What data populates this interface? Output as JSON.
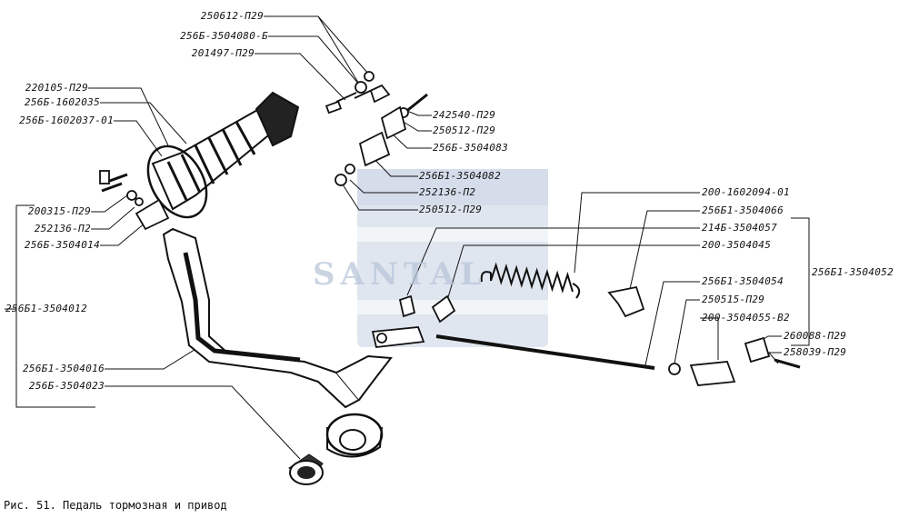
{
  "watermark": {
    "text": "SANTAL",
    "color": "#9fb3cf"
  },
  "caption": "Рис. 51. Педаль тормозная и привод",
  "labels": {
    "p250612": "250612-П29",
    "p3504080b": "256Б-3504080-Б",
    "p201497": "201497-П29",
    "p220105": "220105-П29",
    "p1602035": "256Б-1602035",
    "p1602037": "256Б-1602037-01",
    "p242540": "242540-П29",
    "p250512a": "250512-П29",
    "p3504083": "256Б-3504083",
    "p3504082": "256Б1-3504082",
    "p252136b": "252136-П2",
    "p250512b": "250512-П29",
    "p200315": "200315-П29",
    "p252136a": "252136-П2",
    "p3504014": "256Б-3504014",
    "p3504012": "256Б1-3504012",
    "p3504016": "256Б1-3504016",
    "p3504023": "256Б-3504023",
    "p1602094": "200-1602094-01",
    "p3504066": "256Б1-3504066",
    "p3504057": "214Б-3504057",
    "p3504045": "200-3504045",
    "p3504052": "256Б1-3504052",
    "p3504054": "256Б1-3504054",
    "p250515": "250515-П29",
    "p3504055": "200-3504055-В2",
    "p260088": "260088-П29",
    "p258039": "258039-П29"
  }
}
